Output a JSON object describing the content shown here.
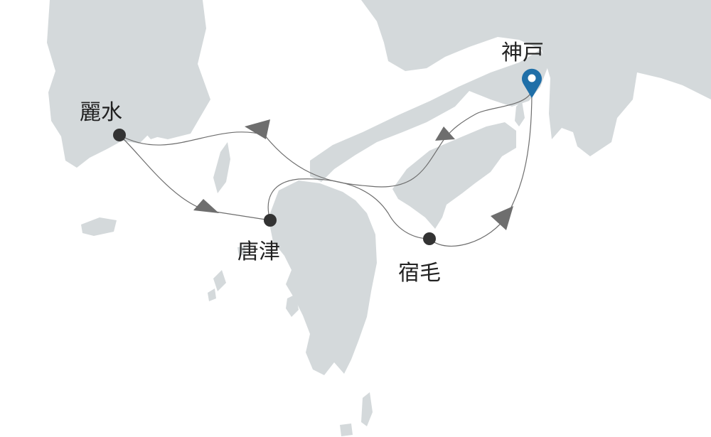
{
  "map": {
    "colors": {
      "sea": "#ffffff",
      "land": "#d4d9db",
      "route": "#6e6e6e",
      "arrow": "#6e6e6e",
      "port_dot": "#333333",
      "start_marker": "#1f6fa8"
    },
    "ports": [
      {
        "id": "kobe",
        "label": "神戸",
        "type": "start"
      },
      {
        "id": "yeosu",
        "label": "麗水",
        "type": "stop"
      },
      {
        "id": "karatsu",
        "label": "唐津",
        "type": "stop"
      },
      {
        "id": "sukumo",
        "label": "宿毛",
        "type": "stop"
      }
    ]
  }
}
